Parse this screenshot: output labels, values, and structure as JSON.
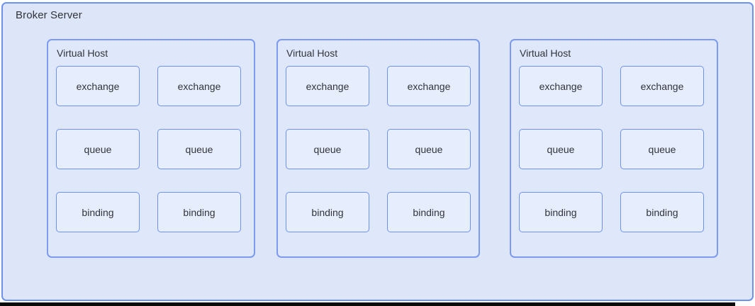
{
  "diagram": {
    "broker_label": "Broker Server",
    "virtual_hosts": [
      {
        "label": "Virtual Host",
        "nodes": [
          "exchange",
          "exchange",
          "queue",
          "queue",
          "binding",
          "binding"
        ]
      },
      {
        "label": "Virtual Host",
        "nodes": [
          "exchange",
          "exchange",
          "queue",
          "queue",
          "binding",
          "binding"
        ]
      },
      {
        "label": "Virtual Host",
        "nodes": [
          "exchange",
          "exchange",
          "queue",
          "queue",
          "binding",
          "binding"
        ]
      }
    ],
    "colors": {
      "canvas_background": "#ffffff",
      "container_fill": "#dde6f9",
      "container_border": "#6e91e9",
      "virtual_host_fill": "#dfe8fa",
      "virtual_host_border": "#7b9af0",
      "node_fill": "#e6edfd",
      "node_border": "#6c92ee",
      "text": "#31333a",
      "window_edge": "#0a0a0a"
    }
  }
}
